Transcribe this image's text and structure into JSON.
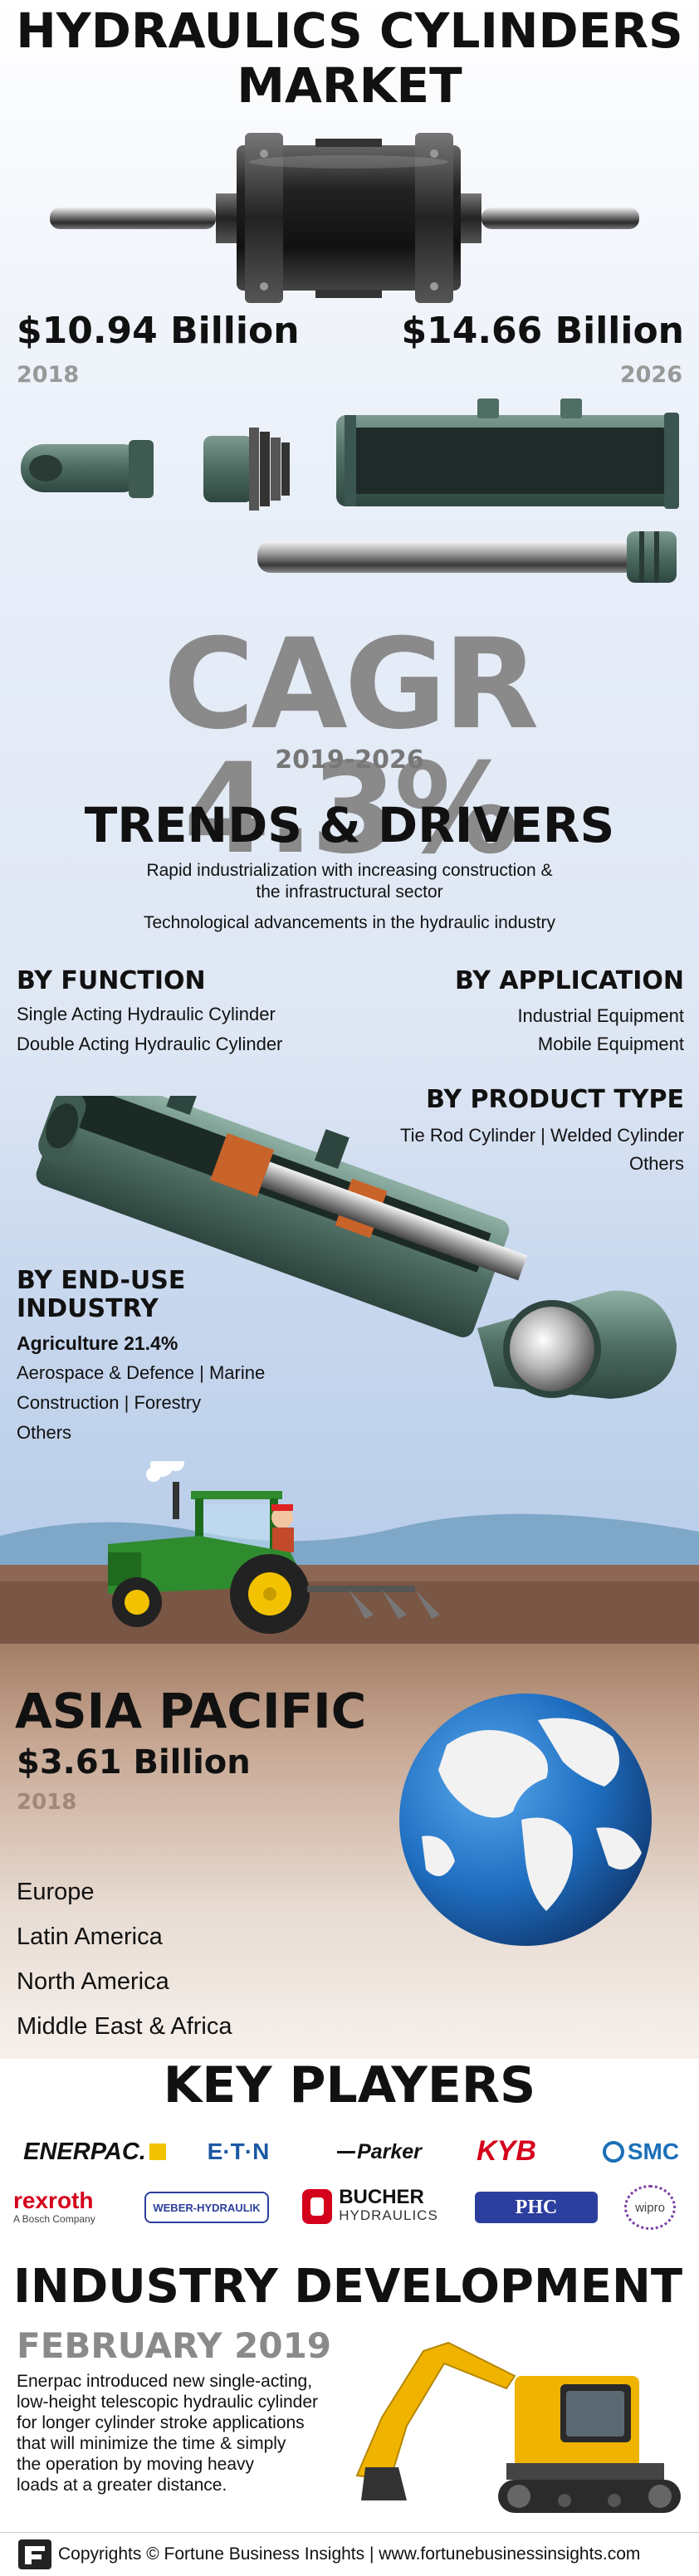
{
  "header": {
    "title_line1": "HYDRAULICS CYLINDERS",
    "title_line2": "MARKET"
  },
  "market": {
    "value_start": "$10.94 Billion",
    "year_start": "2018",
    "value_end": "$14.66 Billion",
    "year_end": "2026"
  },
  "cagr": {
    "label": "CAGR 4.3%",
    "period": "2019-2026"
  },
  "trends": {
    "title": "TRENDS & DRIVERS",
    "items": [
      "Rapid industrialization with increasing construction & the infrastructural sector",
      "Technological advancements in the hydraulic industry"
    ],
    "item1_line1": "Rapid industrialization with increasing construction &",
    "item1_line2": "the infrastructural sector"
  },
  "by_function": {
    "title": "BY FUNCTION",
    "items": [
      "Single Acting Hydraulic Cylinder",
      "Double Acting Hydraulic Cylinder"
    ]
  },
  "by_application": {
    "title": "BY APPLICATION",
    "items": [
      "Industrial Equipment",
      "Mobile Equipment"
    ]
  },
  "by_product_type": {
    "title": "BY PRODUCT TYPE",
    "line1": "Tie Rod Cylinder  |  Welded Cylinder",
    "line2": "Others"
  },
  "by_end_use": {
    "title_line1": "BY END-USE",
    "title_line2": "INDUSTRY",
    "highlight": "Agriculture 21.4%",
    "line1": "Aerospace & Defence  |  Marine",
    "line2": "Construction  |  Forestry",
    "line3": "Others"
  },
  "region": {
    "leader": "ASIA PACIFIC",
    "leader_value": "$3.61 Billion",
    "leader_year": "2018",
    "others": [
      "Europe",
      "Latin America",
      "North America",
      "Middle East & Africa"
    ]
  },
  "key_players": {
    "title": "KEY PLAYERS",
    "logos": {
      "enerpac": "ENERPAC.",
      "eaton": "E·T·N",
      "parker": "Parker",
      "kyb": "KYB",
      "smc": "SMC",
      "rexroth": "rexroth",
      "rexroth_sub": "A Bosch Company",
      "weber": "WEBER-HYDRAULIK",
      "bucher_main": "BUCHER",
      "bucher_sub": "HYDRAULICS",
      "phc": "PHC",
      "wipro": "wipro"
    }
  },
  "industry_development": {
    "title": "INDUSTRY DEVELOPMENT",
    "date": "FEBRUARY 2019",
    "lines": [
      "Enerpac introduced new single-acting,",
      "low-height telescopic hydraulic cylinder",
      "for longer cylinder stroke applications",
      "that will minimize the time & simply",
      "the operation by moving heavy",
      "loads at a greater distance."
    ]
  },
  "footer": {
    "text": "Copyrights © Fortune Business Insights | www.fortunebusinessinsights.com"
  },
  "colors": {
    "cylinder_green": "#4f6e64",
    "copper": "#c8632a",
    "gray_text": "#8a8a8a",
    "tractor_green": "#2e8b2e",
    "tractor_yellow": "#f2c200",
    "globe_blue": "#1f6fc2",
    "excavator_yellow": "#f0b400",
    "kyb_red": "#d4001c",
    "eaton_blue": "#1c58a5",
    "rexroth_red": "#d4001c",
    "phc_blue": "#2c3f9e"
  }
}
